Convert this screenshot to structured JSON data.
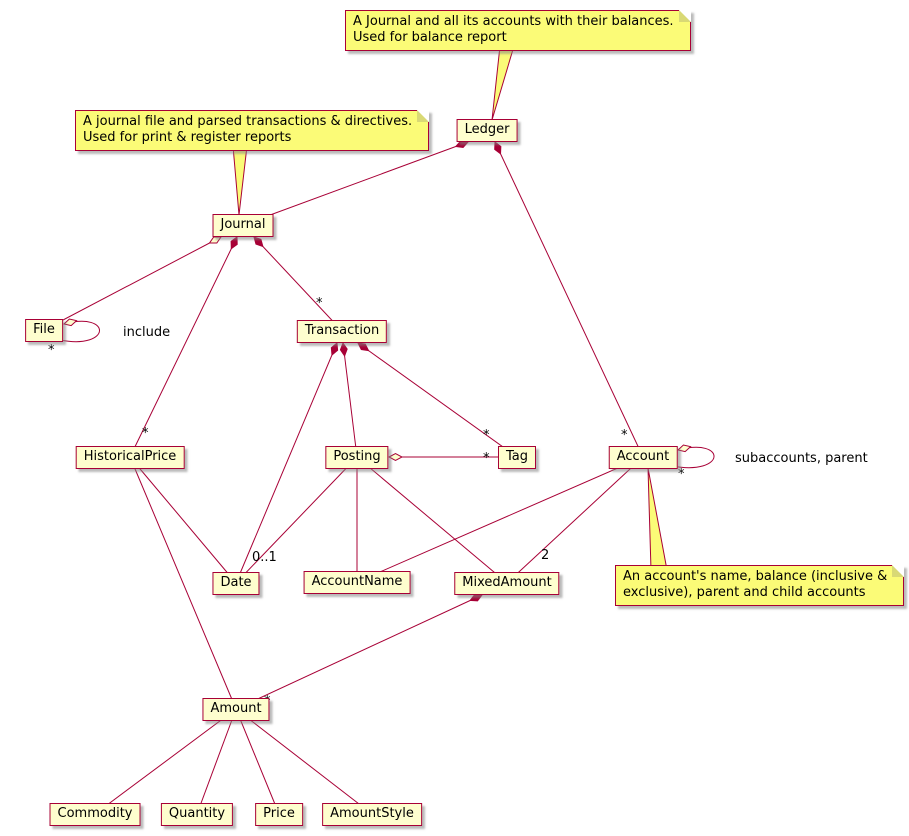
{
  "diagram": {
    "nodes": {
      "ledger": "Ledger",
      "journal": "Journal",
      "file": "File",
      "transaction": "Transaction",
      "historical_price": "HistoricalPrice",
      "posting": "Posting",
      "tag": "Tag",
      "account": "Account",
      "date": "Date",
      "account_name": "AccountName",
      "mixed_amount": "MixedAmount",
      "amount": "Amount",
      "commodity": "Commodity",
      "quantity": "Quantity",
      "price": "Price",
      "amount_style": "AmountStyle"
    },
    "notes": {
      "ledger": "A Journal and all its accounts with their balances.\nUsed for balance report",
      "journal": "A journal file and parsed transactions & directives.\nUsed for print & register reports",
      "account": "An account's name, balance (inclusive &\nexclusive), parent and child accounts"
    },
    "edge_labels": {
      "include": "include",
      "subaccounts_parent": "subaccounts, parent",
      "file_loop_mult": "*",
      "transaction_mult": "*",
      "historical_price_mult": "*",
      "tag_from_transaction_mult": "*",
      "tag_from_posting_mult": "*",
      "account_from_ledger_mult": "*",
      "account_loop_mult": "*",
      "date_mult": "0..1",
      "mixed_amount_mult": "2",
      "amount_mult": "*"
    },
    "colors": {
      "node_fill": "#FEFECE",
      "border": "#A80036",
      "edge": "#A80036",
      "note_fill": "#FBFB77",
      "text": "#000000"
    }
  }
}
